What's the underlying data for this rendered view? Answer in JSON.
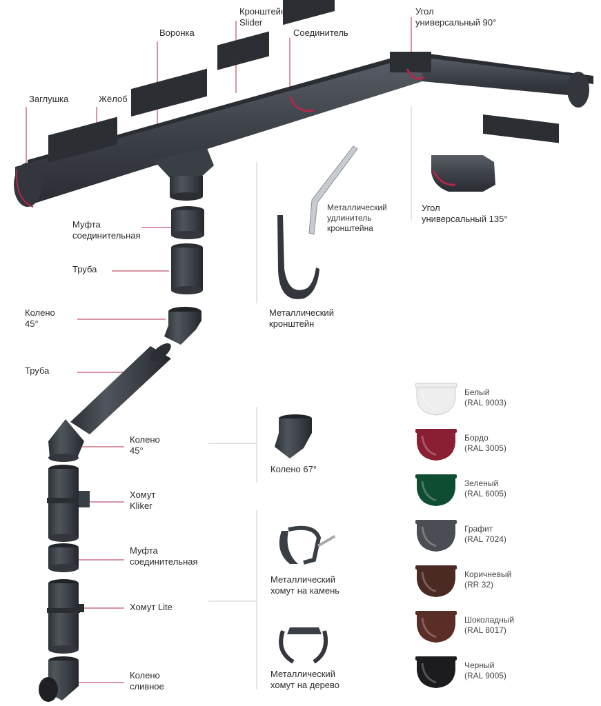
{
  "accent_color": "#b0284a",
  "product_color": "#3d4148",
  "labels": {
    "zaglushka": "Заглушка",
    "zhelob": "Жёлоб",
    "voronka": "Воронка",
    "kronshtein_slider": "Кронштейн\nSlider",
    "soedinitel": "Соединитель",
    "ugol90": "Угол\nуниверсальный  90°",
    "mufta1": "Муфта\nсоединительная",
    "truba1": "Труба",
    "koleno45_1": "Колено\n45°",
    "truba2": "Труба",
    "koleno45_2": "Колено\n45°",
    "homut_kliker": "Хомут\nKliker",
    "mufta2": "Муфта\nсоединительная",
    "homut_lite": "Хомут Lite",
    "koleno_slivnoe": "Колено\nсливное",
    "udlinitel": "Металлический\nудлинитель\nкронштейна",
    "ugol135": "Угол\nуниверсальный 135°",
    "met_kronshtein": "Металлический\nкронштейн",
    "koleno67": "Колено 67°",
    "homut_kamen": "Металлический\nхомут на камень",
    "homut_derevo": "Металлический\nхомут на дерево"
  },
  "swatches": [
    {
      "name": "Белый\n(RAL 9003)",
      "color": "#eeeeee"
    },
    {
      "name": "Бордо\n(RAL 3005)",
      "color": "#8a1f33"
    },
    {
      "name": "Зеленый\n(RAL 6005)",
      "color": "#0f4d33"
    },
    {
      "name": "Графит\n(RAL 7024)",
      "color": "#4a4e54"
    },
    {
      "name": "Коричневый\n(RR 32)",
      "color": "#4a2a22"
    },
    {
      "name": "Шоколадный\n(RAL 8017)",
      "color": "#5a2d27"
    },
    {
      "name": "Черный\n(RAL 9005)",
      "color": "#1c1c1e"
    }
  ]
}
